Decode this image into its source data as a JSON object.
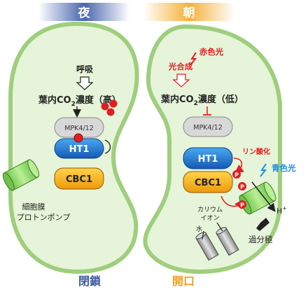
{
  "header": {
    "night": "夜",
    "morning": "朝"
  },
  "night_cell": {
    "respiration": "呼吸",
    "co2_prefix": "葉内CO",
    "co2_sub": "2",
    "co2_suffix": "濃度（高）",
    "mpk": "MPK4/12",
    "ht1": "HT1",
    "cbc1": "CBC1",
    "pump_line1": "細胞膜",
    "pump_line2": "プロトンポンプ",
    "state": "閉鎖"
  },
  "morning_cell": {
    "red_light": "赤色光",
    "photosynthesis": "光合成",
    "co2_prefix": "葉内CO",
    "co2_sub": "2",
    "co2_suffix": "濃度（低）",
    "mpk": "MPK4/12",
    "ht1": "HT1",
    "cbc1": "CBC1",
    "phosphorylation": "リン酸化",
    "phospho_mark": "P",
    "blue_light": "青色光",
    "proton": "H",
    "proton_sup": "+",
    "potassium_line1": "カリウム",
    "potassium_line2": "イオン",
    "water": "水",
    "hyperpolarization": "過分極",
    "state": "開口"
  },
  "colors": {
    "cell_fill": "#e6f4d9",
    "cell_stroke": "#9fce7d",
    "ht1_blue": "#1f6fc8",
    "cbc1_orange": "#f2b21c",
    "mpk_gray": "#d8d8d8",
    "red": "#e02020",
    "blue_light": "#1a8ee0",
    "night_title": "#3c5aa0",
    "morning_title": "#f0a020",
    "pump_green": "#8ed66a"
  }
}
